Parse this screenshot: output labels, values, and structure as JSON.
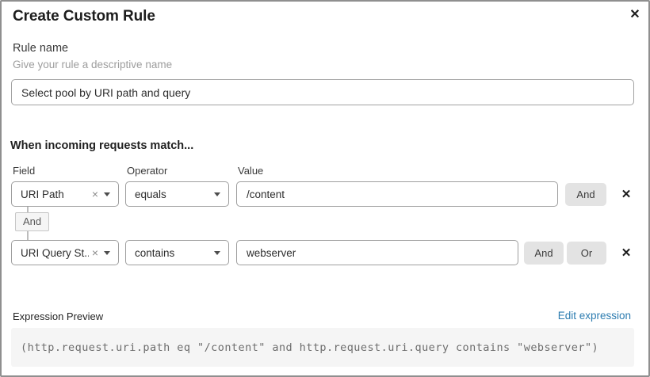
{
  "dialog": {
    "title": "Create Custom Rule"
  },
  "icons": {
    "close": "✕",
    "remove": "✕",
    "clear": "×"
  },
  "rule_name": {
    "label": "Rule name",
    "helper": "Give your rule a descriptive name",
    "value": "Select pool by URI path and query"
  },
  "match_section": {
    "heading": "When incoming requests match...",
    "columns": {
      "field": "Field",
      "operator": "Operator",
      "value": "Value"
    }
  },
  "conditions": [
    {
      "field": "URI Path",
      "operator": "equals",
      "value": "/content",
      "buttons": [
        "And"
      ]
    },
    {
      "field": "URI Query St...",
      "operator": "contains",
      "value": "webserver",
      "buttons": [
        "And",
        "Or"
      ]
    }
  ],
  "connector": {
    "label": "And"
  },
  "expression": {
    "label": "Expression Preview",
    "edit_link": "Edit expression",
    "code": "(http.request.uri.path eq \"/content\" and http.request.uri.query contains \"webserver\")"
  },
  "colors": {
    "link_blue": "#2c7cb0",
    "button_gray": "#e3e3e3",
    "code_bg": "#f5f5f5"
  }
}
